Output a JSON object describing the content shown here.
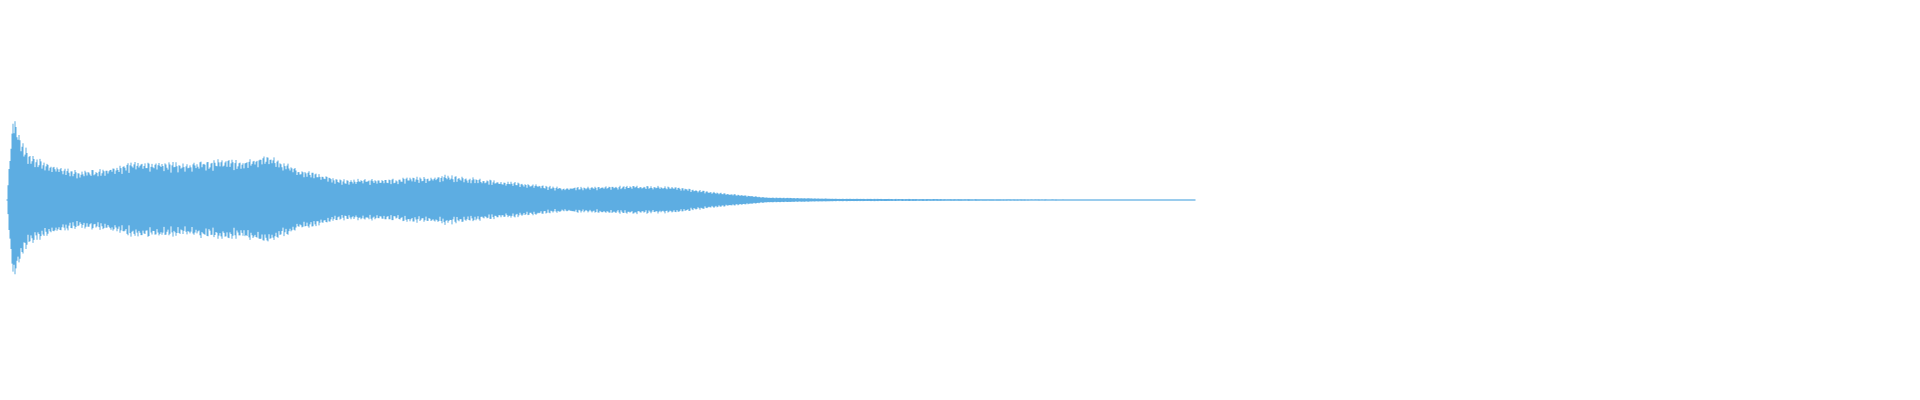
{
  "waveform": {
    "color": "#5dade2",
    "background": "#ffffff",
    "sample_view": "audio waveform",
    "envelope": [
      {
        "t": 0.0,
        "a": 0.0
      },
      {
        "t": 0.003,
        "a": 0.55
      },
      {
        "t": 0.006,
        "a": 0.88
      },
      {
        "t": 0.01,
        "a": 0.62
      },
      {
        "t": 0.018,
        "a": 0.46
      },
      {
        "t": 0.035,
        "a": 0.35
      },
      {
        "t": 0.06,
        "a": 0.28
      },
      {
        "t": 0.08,
        "a": 0.3
      },
      {
        "t": 0.11,
        "a": 0.38
      },
      {
        "t": 0.15,
        "a": 0.36
      },
      {
        "t": 0.18,
        "a": 0.4
      },
      {
        "t": 0.2,
        "a": 0.38
      },
      {
        "t": 0.22,
        "a": 0.44
      },
      {
        "t": 0.245,
        "a": 0.3
      },
      {
        "t": 0.28,
        "a": 0.2
      },
      {
        "t": 0.32,
        "a": 0.2
      },
      {
        "t": 0.37,
        "a": 0.24
      },
      {
        "t": 0.42,
        "a": 0.18
      },
      {
        "t": 0.47,
        "a": 0.12
      },
      {
        "t": 0.52,
        "a": 0.14
      },
      {
        "t": 0.56,
        "a": 0.13
      },
      {
        "t": 0.6,
        "a": 0.07
      },
      {
        "t": 0.64,
        "a": 0.025
      },
      {
        "t": 0.7,
        "a": 0.012
      },
      {
        "t": 0.8,
        "a": 0.009
      },
      {
        "t": 0.9,
        "a": 0.006
      },
      {
        "t": 1.0,
        "a": 0.004
      }
    ]
  }
}
